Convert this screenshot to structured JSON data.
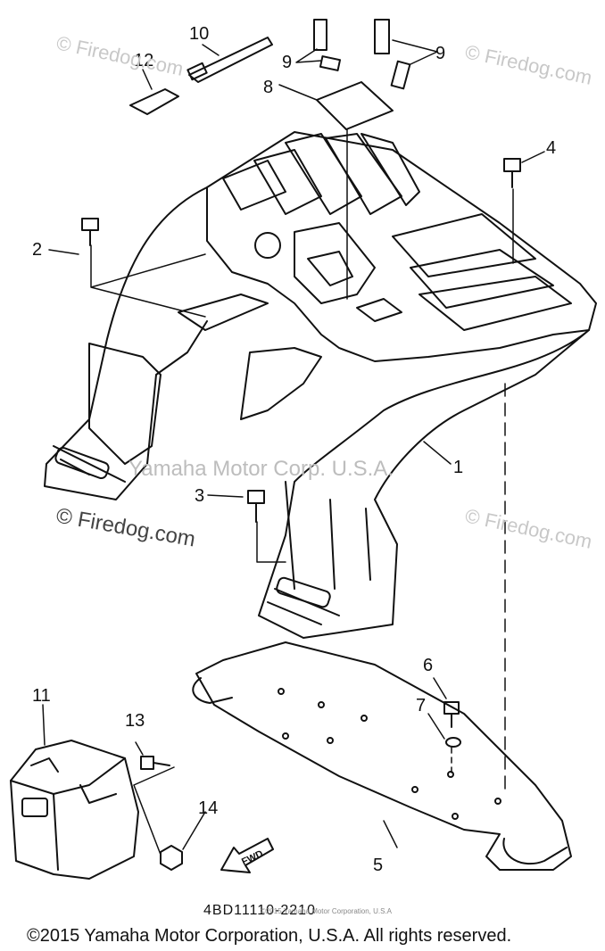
{
  "watermarks": {
    "firedog": "© Firedog.com",
    "yamaha": "Yamaha Motor Corp. U.S.A."
  },
  "callouts": [
    "1",
    "2",
    "3",
    "4",
    "5",
    "6",
    "7",
    "8",
    "9",
    "9",
    "10",
    "11",
    "12",
    "13",
    "14"
  ],
  "arrow_label": "FWD",
  "diagram_code": "4BD11110-2210",
  "diagram_code_small": "©2015 Yamaha Motor Corporation, U.S.A",
  "copyright": "©2015 Yamaha Motor Corporation, U.S.A. All rights reserved."
}
